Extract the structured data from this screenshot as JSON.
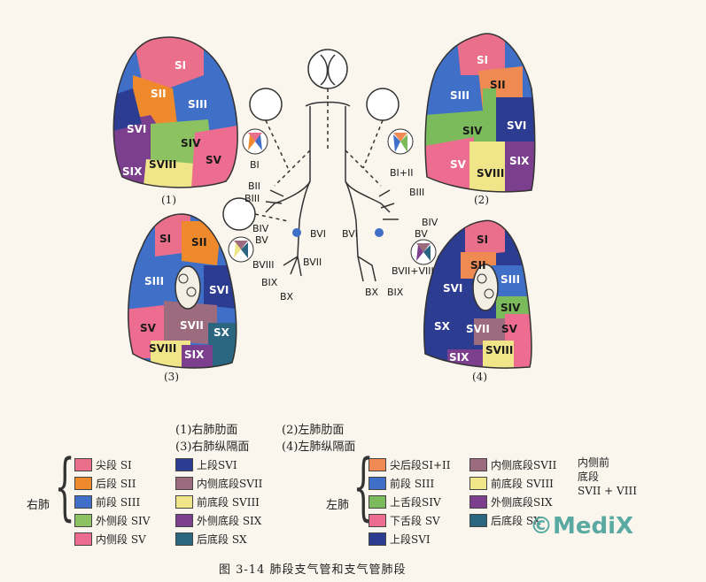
{
  "diagram": {
    "panels": [
      {
        "number": "(1)",
        "labels": [
          "SI",
          "SII",
          "SIII",
          "SVI",
          "SIV",
          "SIX",
          "SVIII",
          "SV"
        ]
      },
      {
        "number": "(2)",
        "labels": [
          "SI",
          "SII",
          "SIII",
          "SIV",
          "SVI",
          "SIX",
          "SV",
          "SVIII"
        ]
      },
      {
        "number": "(3)",
        "labels": [
          "SI",
          "SII",
          "SIII",
          "SVI",
          "SV",
          "SVII",
          "SX",
          "SVIII",
          "SIX"
        ]
      },
      {
        "number": "(4)",
        "labels": [
          "SI",
          "SII",
          "SIII",
          "SVI",
          "SIV",
          "SX",
          "SVII",
          "SV",
          "SIX",
          "SVIII"
        ]
      }
    ],
    "bronchi_right": [
      "BI",
      "BII",
      "BIII",
      "BIV",
      "BV",
      "BVIII",
      "BVII",
      "BIX",
      "BX",
      "BVI"
    ],
    "bronchi_left": [
      "BI+II",
      "BIII",
      "BIV",
      "BV",
      "BVI",
      "BVII+VIII",
      "BX",
      "BIX"
    ]
  },
  "captions": {
    "line1_left": "(1)右肺肋面",
    "line1_right": "(2)左肺肋面",
    "line2_left": "(3)右肺纵隔面",
    "line2_right": "(4)左肺纵隔面"
  },
  "legend": {
    "right_label": "右肺",
    "left_label": "左肺",
    "right_col1": [
      {
        "label": "尖段 SI",
        "color": "#e96f8b"
      },
      {
        "label": "后段 SII",
        "color": "#ef8a2c"
      },
      {
        "label": "前段 SIII",
        "color": "#3f6fc7"
      },
      {
        "label": "外侧段 SIV",
        "color": "#8dc263"
      },
      {
        "label": "内侧段 SV",
        "color": "#ec6d8f"
      }
    ],
    "right_col2": [
      {
        "label": "上段SVI",
        "color": "#2c3c91"
      },
      {
        "label": "内侧底段SVII",
        "color": "#9c6b7e"
      },
      {
        "label": "前底段 SVIII",
        "color": "#f1e58a"
      },
      {
        "label": "外侧底段 SIX",
        "color": "#7b3f8e"
      },
      {
        "label": "后底段 SX",
        "color": "#2a6680"
      }
    ],
    "left_col1": [
      {
        "label": "尖后段SI+II",
        "color": "#ef8a52"
      },
      {
        "label": "前段 SIII",
        "color": "#3f6fc7"
      },
      {
        "label": "上舌段SIV",
        "color": "#7cbb5b"
      },
      {
        "label": "下舌段 SV",
        "color": "#ec6d8f"
      },
      {
        "label": "上段SVI",
        "color": "#2c3c91"
      }
    ],
    "left_col2": [
      {
        "label": "内侧底段SVII",
        "color": "#9c6b7e"
      },
      {
        "label": "前底段 SVIII",
        "color": "#f1e58a"
      },
      {
        "label": "外侧底段SIX",
        "color": "#7b3f8e"
      },
      {
        "label": "后底段 SX",
        "color": "#2a6680"
      }
    ],
    "combined_note": [
      "内侧前",
      "底段",
      "SVII + VIII"
    ]
  },
  "figure_caption": "图 3-14 肺段支气管和支气管肺段",
  "watermark": "©MediX"
}
